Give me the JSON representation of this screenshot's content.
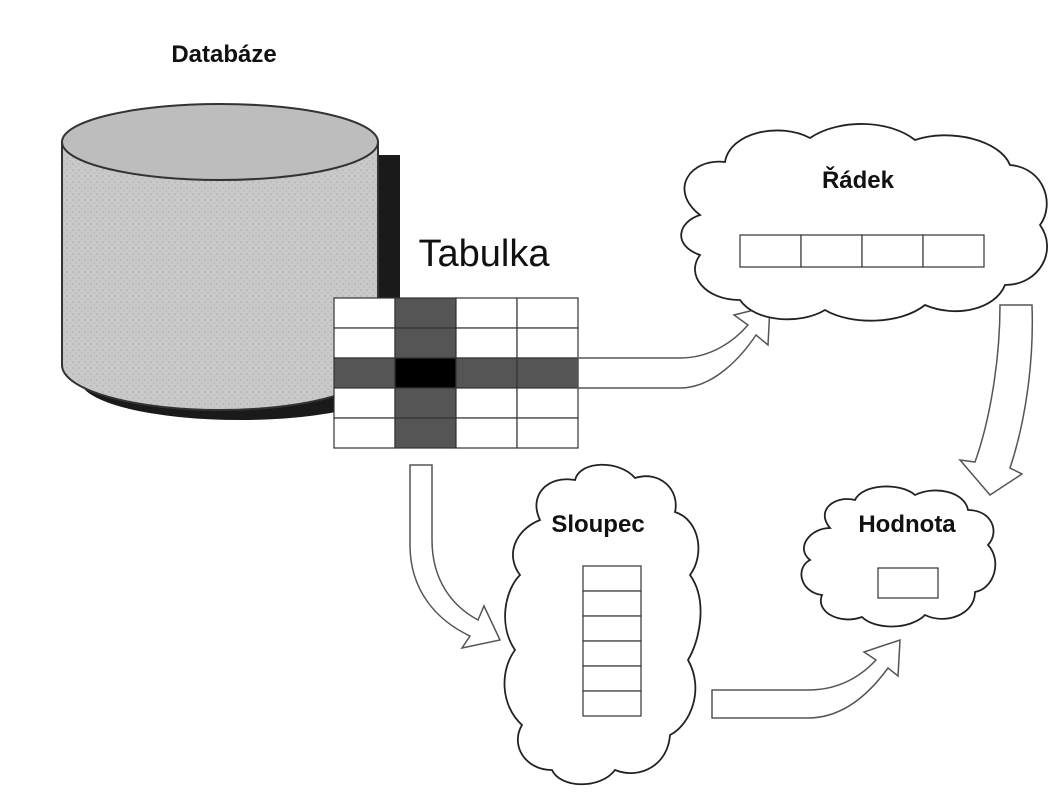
{
  "labels": {
    "database": "Databáze",
    "table": "Tabulka",
    "row": "Řádek",
    "column": "Sloupec",
    "value": "Hodnota"
  },
  "colors": {
    "cylinder_fill": "#c8c8c8",
    "cylinder_shadow": "#1a1a1a",
    "highlight": "#555555",
    "intersection": "#000000",
    "line": "#333333"
  },
  "table": {
    "rows": 5,
    "cols": 4,
    "highlighted_row": 2,
    "highlighted_col": 1
  },
  "row_cells": 4,
  "column_cells": 6,
  "value_cells": 1
}
